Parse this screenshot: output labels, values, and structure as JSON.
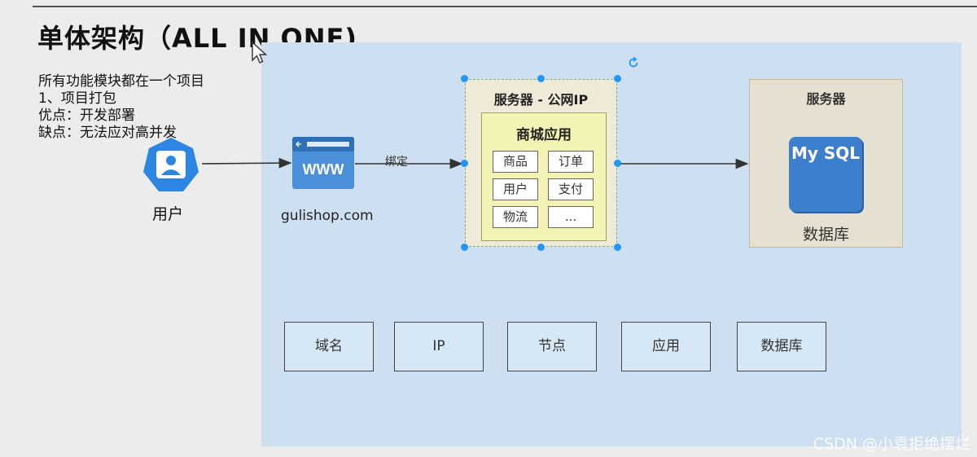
{
  "title": "单体架构（ALL IN ONE)",
  "description": [
    "所有功能模块都在一个项目",
    "1、项目打包",
    "优点：开发部署",
    "缺点：无法应对高并发"
  ],
  "user": {
    "label": "用户"
  },
  "website": {
    "icon_text": "WWW",
    "domain": "gulishop.com"
  },
  "bind_label": "绑定",
  "server_public": {
    "title": "服务器 - 公网IP",
    "app": {
      "title": "商城应用",
      "modules": [
        "商品",
        "订单",
        "用户",
        "支付",
        "物流",
        "..."
      ]
    }
  },
  "server_db": {
    "title": "服务器",
    "db_name": "My SQL",
    "db_label": "数据库"
  },
  "layers": [
    "域名",
    "IP",
    "节点",
    "应用",
    "数据库"
  ],
  "watermark": "CSDN @小袁拒绝摆烂",
  "colors": {
    "canvas": "#cddff0",
    "user_icon": "#2d87e2",
    "mysql": "#3c7fcc",
    "selection_handle": "#2196f3"
  }
}
